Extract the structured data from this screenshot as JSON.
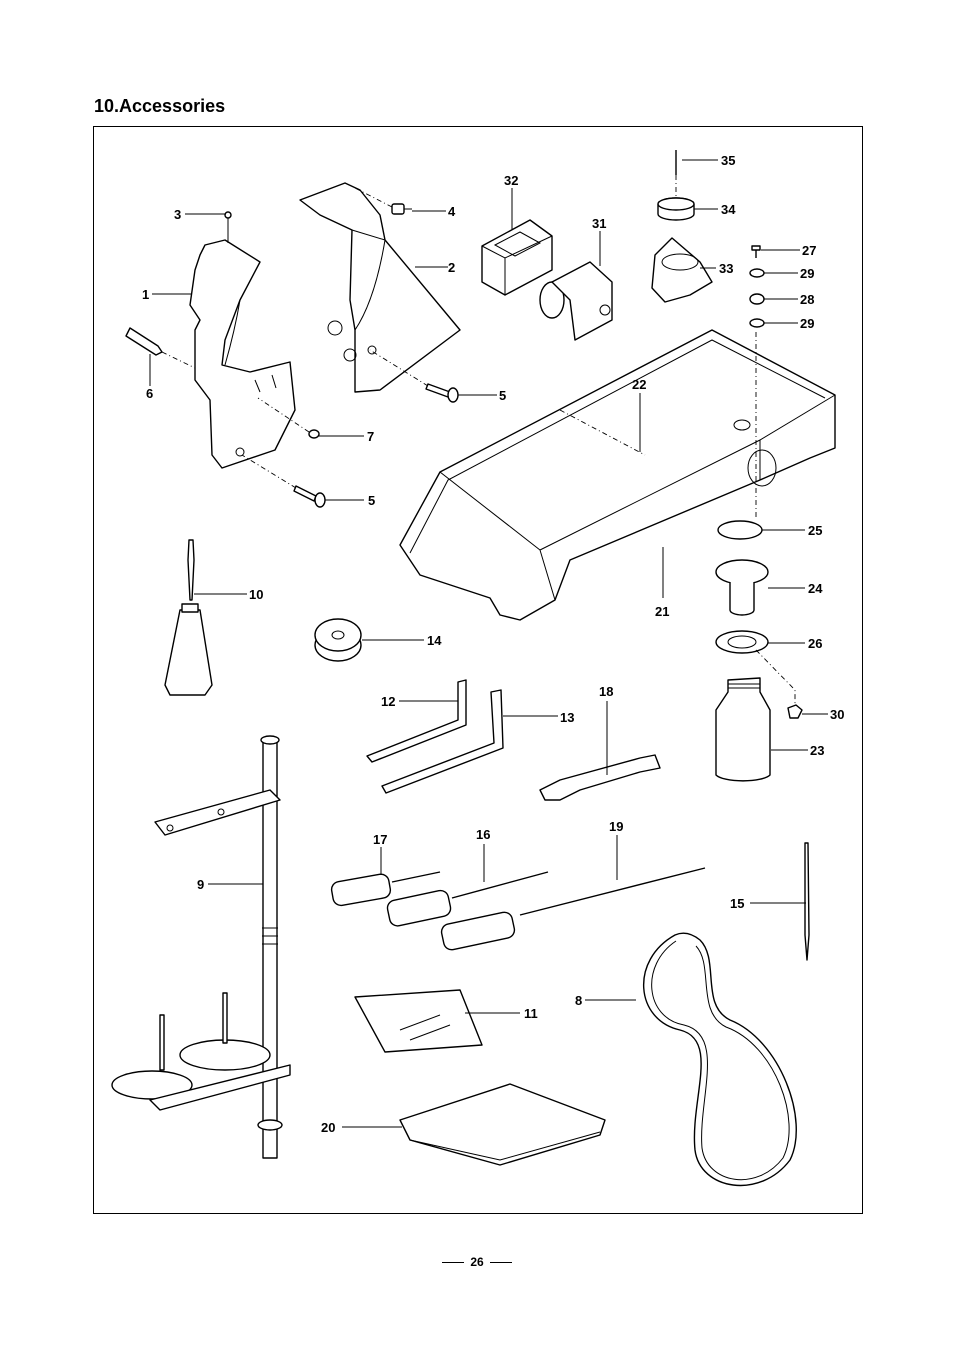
{
  "page": {
    "title": "10.Accessories",
    "page_number": "26"
  },
  "callouts": [
    "1",
    "2",
    "3",
    "4",
    "5",
    "5",
    "6",
    "7",
    "8",
    "9",
    "10",
    "11",
    "12",
    "13",
    "14",
    "15",
    "16",
    "17",
    "18",
    "19",
    "20",
    "21",
    "22",
    "23",
    "24",
    "25",
    "26",
    "27",
    "28",
    "29",
    "29",
    "30",
    "31",
    "32",
    "33",
    "34",
    "35"
  ]
}
